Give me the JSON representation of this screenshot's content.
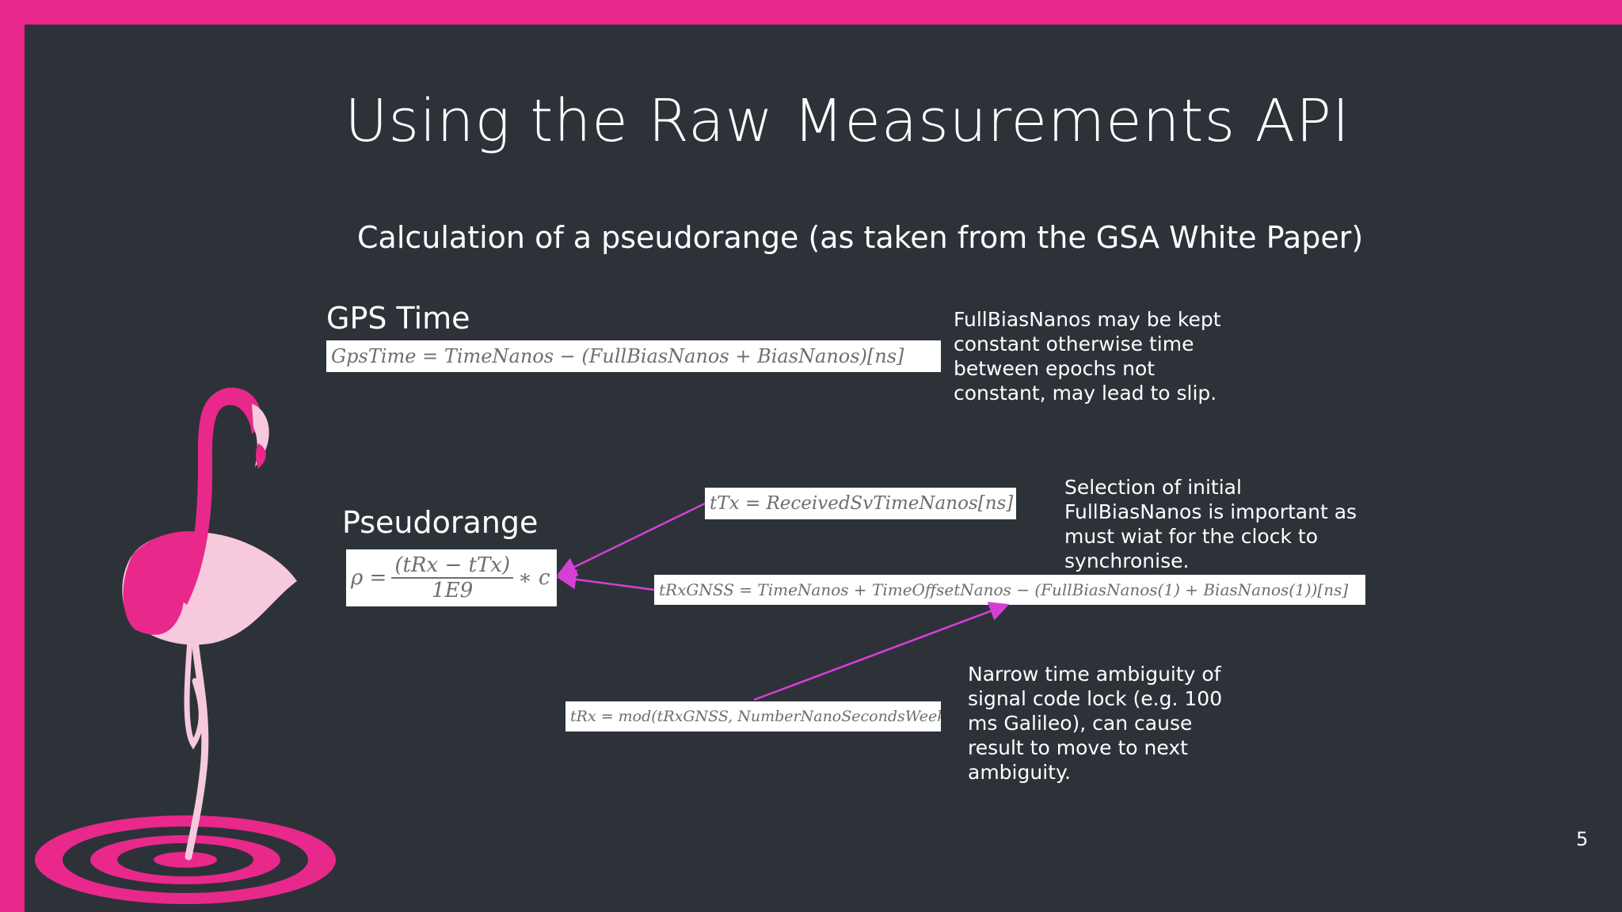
{
  "slide": {
    "title": "Using the Raw Measurements API",
    "subtitle": "Calculation of a pseudorange (as taken from the GSA White Paper)",
    "page_number": "5"
  },
  "gps_time": {
    "label": "GPS Time",
    "equation": "GpsTime = TimeNanos − (FullBiasNanos + BiasNanos)[ns]",
    "note": "FullBiasNanos may be kept constant otherwise time between epochs not constant, may lead to slip."
  },
  "pseudorange": {
    "label": "Pseudorange",
    "rho_lhs": "ρ =",
    "rho_numerator": "(tRx − tTx)",
    "rho_denominator": "1E9",
    "rho_rhs": "∗ c"
  },
  "t_tx": {
    "equation": "tTx = ReceivedSvTimeNanos[ns]",
    "note": "Selection of initial FullBiasNanos is important as must wiat for the clock to synchronise."
  },
  "t_rx_gnss": {
    "equation": "tRxGNSS = TimeNanos + TimeOffsetNanos − (FullBiasNanos(1) + BiasNanos(1))[ns]"
  },
  "t_rx": {
    "equation": "tRx = mod(tRxGNSS, NumberNanoSecondsWeek)",
    "note": "Narrow time ambiguity of signal code lock (e.g. 100 ms Galileo), can cause result to move to next ambiguity."
  },
  "colors": {
    "background": "#2d3239",
    "accent": "#e9288b",
    "arrow": "#d63fd6",
    "flamingo_light": "#f6c9dd"
  }
}
